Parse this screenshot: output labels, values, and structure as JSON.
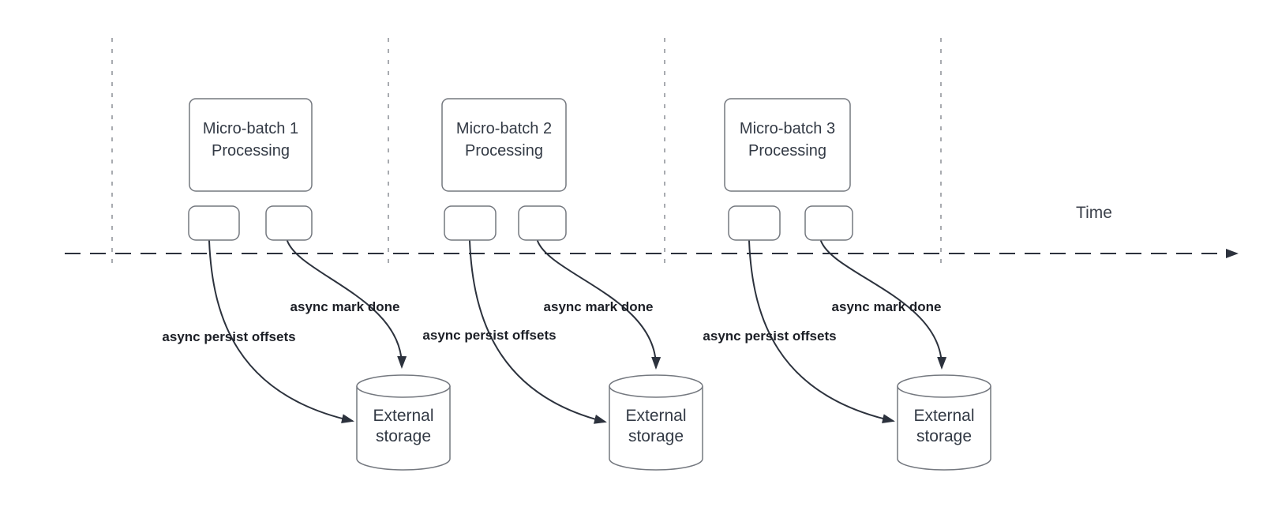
{
  "colors": {
    "background": "#ffffff",
    "line": "#2c323d",
    "box_border": "#74787f",
    "divider": "#a8abb0",
    "text": "#333a45",
    "label_text": "#1c1f26"
  },
  "timeline": {
    "label": "Time"
  },
  "groups": [
    {
      "title": "Micro-batch 1\nProcessing",
      "persist_label": "async persist offsets",
      "done_label": "async mark done",
      "storage_label": "External\nstorage"
    },
    {
      "title": "Micro-batch 2\nProcessing",
      "persist_label": "async persist offsets",
      "done_label": "async mark done",
      "storage_label": "External\nstorage"
    },
    {
      "title": "Micro-batch 3\nProcessing",
      "persist_label": "async persist offsets",
      "done_label": "async mark done",
      "storage_label": "External\nstorage"
    }
  ]
}
